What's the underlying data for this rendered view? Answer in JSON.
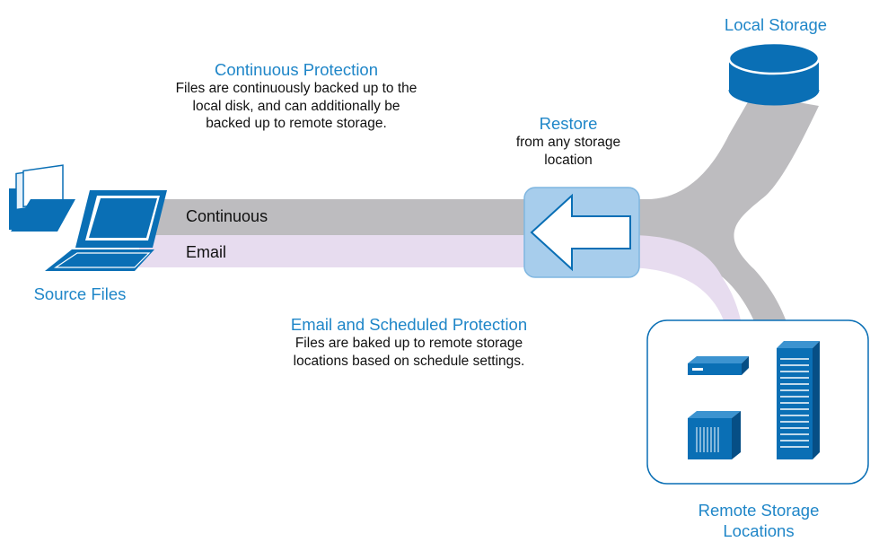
{
  "colors": {
    "accent_blue": "#1f86c8",
    "icon_blue": "#0a6fb5",
    "continuous_pipe": "#bdbcbf",
    "email_pipe": "#e7dcef",
    "restore_box": "#a7cdec"
  },
  "continuous_protection": {
    "title": "Continuous Protection",
    "desc_line1": "Files are continuously backed up to the",
    "desc_line2": "local disk, and can additionally be",
    "desc_line3": "backed up to remote storage."
  },
  "restore": {
    "title": "Restore",
    "desc_line1": "from any storage",
    "desc_line2": "location"
  },
  "local_storage": {
    "label": "Local Storage",
    "icon": "database-cylinder-icon"
  },
  "source": {
    "label": "Source Files",
    "icons": [
      "folder-icon",
      "laptop-icon"
    ]
  },
  "pipes": {
    "continuous": "Continuous",
    "email": "Email"
  },
  "email_scheduled": {
    "title": "Email and Scheduled Protection",
    "desc_line1": "Files are baked up to remote storage",
    "desc_line2": "locations based on schedule settings."
  },
  "remote_storage": {
    "label_line1": "Remote Storage",
    "label_line2": "Locations",
    "icons": [
      "network-device-icon",
      "disk-array-icon",
      "server-rack-icon"
    ]
  }
}
